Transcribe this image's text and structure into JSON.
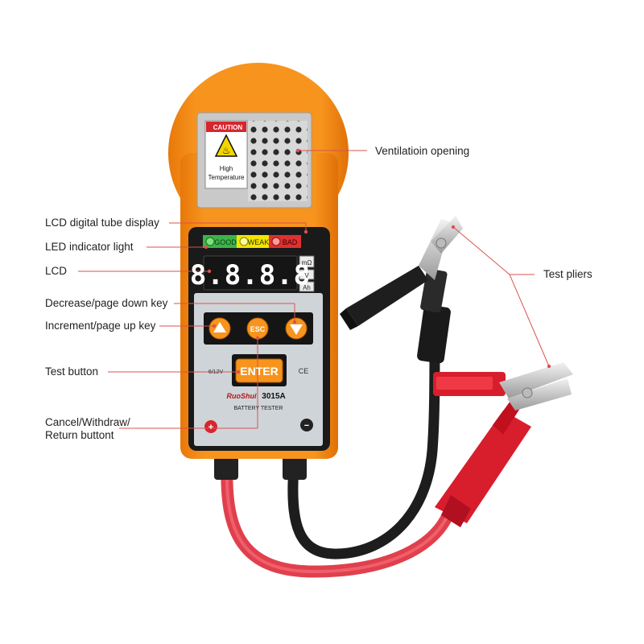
{
  "labels": {
    "ventilation": "Ventilatioin opening",
    "lcd_tube": "LCD digital tube display",
    "led": "LED indicator light",
    "lcd": "LCD",
    "decrease": "Decrease/page down key",
    "increment": "Increment/page up key",
    "test_button": "Test button",
    "cancel_line1": "Cancel/Withdraw/",
    "cancel_line2": "Return buttont",
    "pliers": "Test pliers"
  },
  "device": {
    "caution": "CAUTION",
    "hot_line1": "High",
    "hot_line2": "Temperature",
    "led_good": "GOOD",
    "led_weak": "WEAK",
    "led_bad": "BAD",
    "display": "8.8.8.8",
    "unit_mohm": "mΩ",
    "unit_v": "V",
    "unit_ah": "Ah",
    "esc": "ESC",
    "enter": "ENTER",
    "voltage_note": "6/12V",
    "brand": "RuoShui",
    "model": "3015A",
    "product": "BATTERY TESTER",
    "ce": "CE",
    "plus": "+",
    "minus": "−"
  },
  "colors": {
    "body": "#f7941d",
    "panel": "#cfd4d8",
    "leader": "#d9534f",
    "display_segment": "#ffffff",
    "led_good": "#3cb44b",
    "led_weak": "#f2e600",
    "led_bad": "#e03030"
  }
}
